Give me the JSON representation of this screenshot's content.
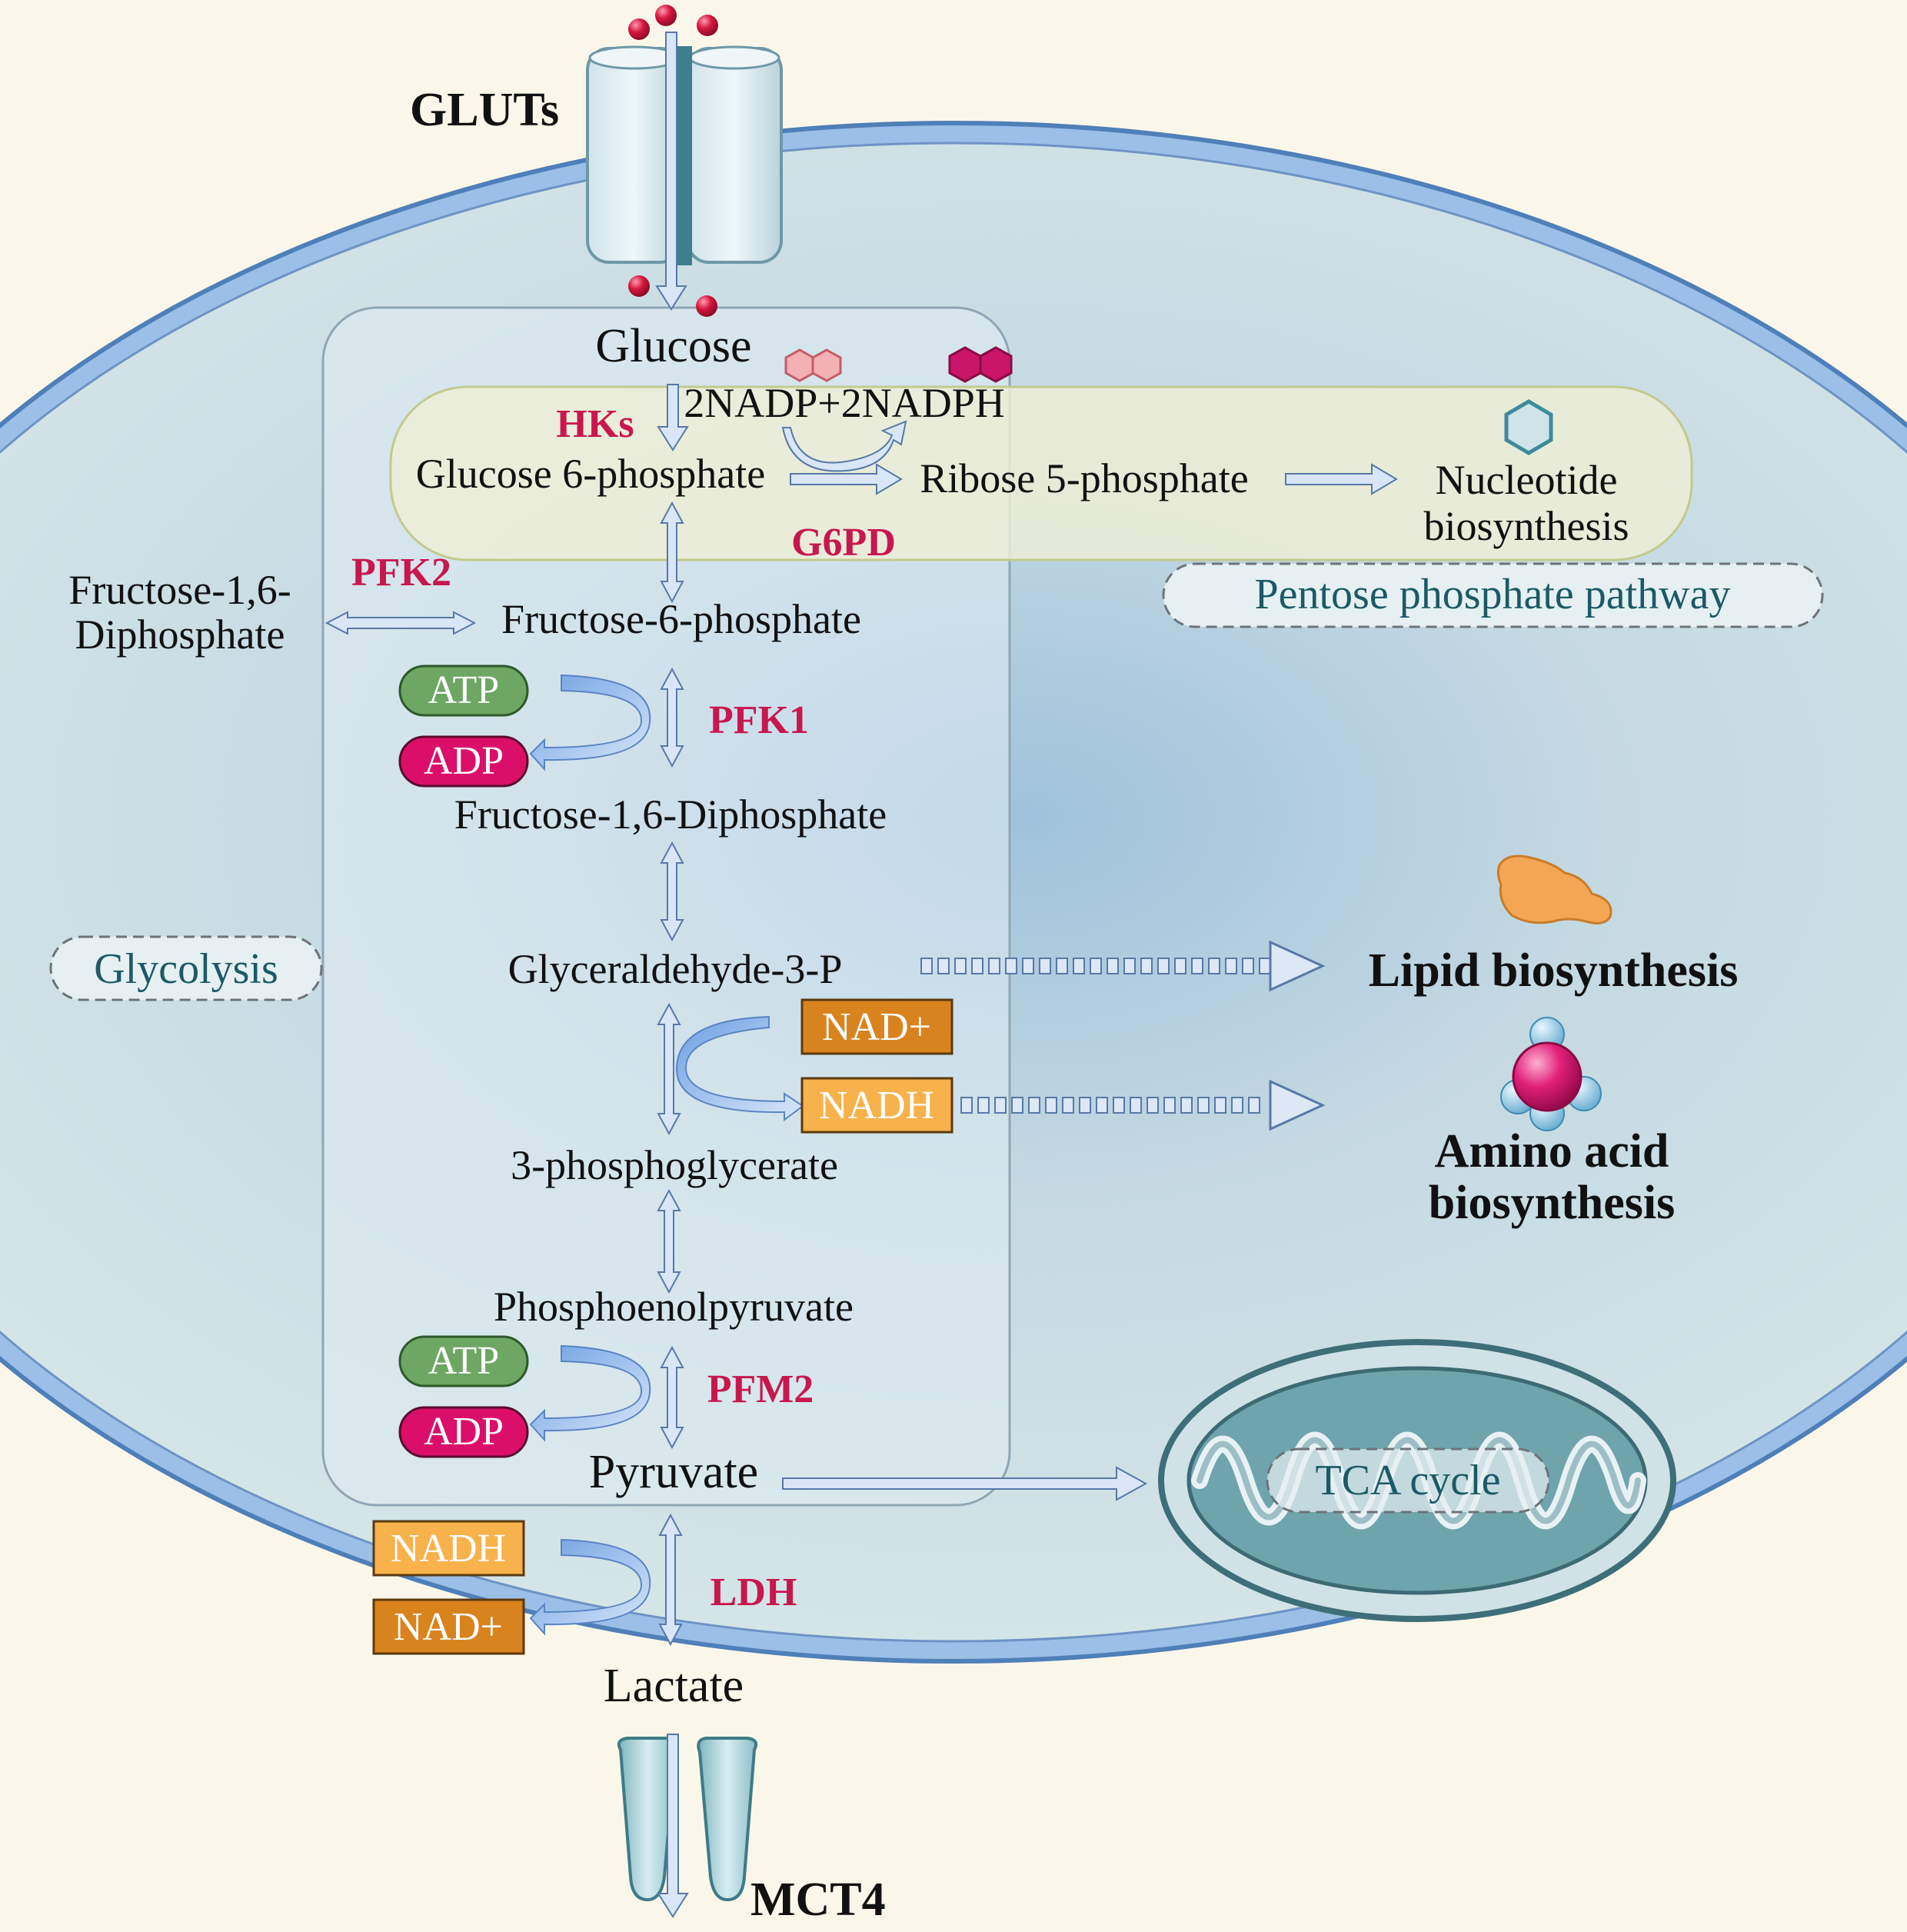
{
  "transporters": {
    "in": "GLUTs",
    "out": "MCT4"
  },
  "metabolites": {
    "glucose": "Glucose",
    "g6p": "Glucose 6-phosphate",
    "cofactor_ppp": "2NADP+2NADPH",
    "r5p": "Ribose 5-phosphate",
    "nucleotide_1": "Nucleotide",
    "nucleotide_2": "biosynthesis",
    "f16dp_side_1": "Fructose-1,6-",
    "f16dp_side_2": "Diphosphate",
    "f6p": "Fructose-6-phosphate",
    "f16dp": "Fructose-1,6-Diphosphate",
    "g3p": "Glyceraldehyde-3-P",
    "pg3": "3-phosphoglycerate",
    "pep": "Phosphoenolpyruvate",
    "pyruvate": "Pyruvate",
    "lactate": "Lactate"
  },
  "enzymes": {
    "hk": "HKs",
    "g6pd": "G6PD",
    "pfk2": "PFK2",
    "pfk1": "PFK1",
    "pfm2": "PFM2",
    "ldh": "LDH"
  },
  "cofactors": {
    "atp": "ATP",
    "adp": "ADP",
    "nad": "NAD+",
    "nadh": "NADH"
  },
  "pathways": {
    "glycolysis": "Glycolysis",
    "ppp": "Pentose phosphate pathway",
    "tca": "TCA cycle"
  },
  "outputs": {
    "lipid": "Lipid biosynthesis",
    "amino_1": "Amino acid",
    "amino_2": "biosynthesis"
  },
  "colors": {
    "background": "#faf7ea",
    "cytoplasm": "#d3e4e6",
    "membrane": "#9bbfe6",
    "glycolysis_box": "#e0edf2",
    "ppp_band": "#eeeed4",
    "enzyme_text": "#c8174e",
    "atp_fill": "#6ea764",
    "adp_fill": "#db0f6a",
    "nad_fill": "#d9831e",
    "nadh_fill": "#f8b24c",
    "pathway_text": "#1b5a66",
    "arrow_fill": "#d9e6f7"
  }
}
